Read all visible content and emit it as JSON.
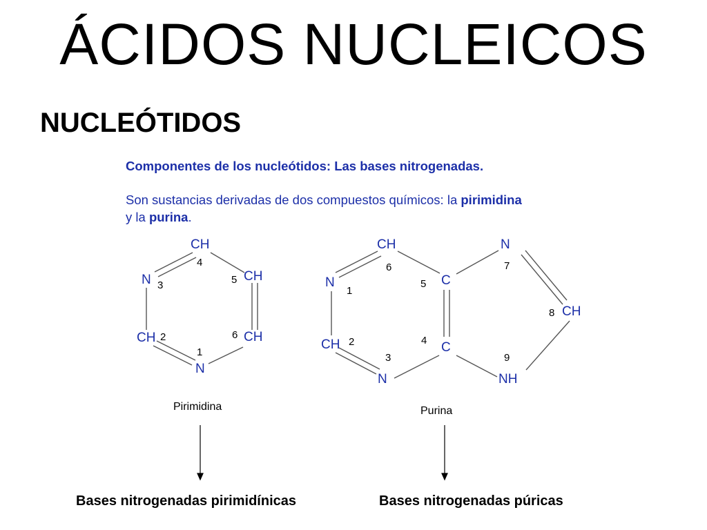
{
  "title": "ÁCIDOS NUCLEICOS",
  "subtitle": "NUCLEÓTIDOS",
  "intro": {
    "heading": "Componentes de los nucleótidos: Las bases nitrogenadas.",
    "line1_pre": "Son sustancias derivadas de dos compuestos químicos: la ",
    "line1_bold": "pirimidina",
    "line2_pre": "y la ",
    "line2_bold": "purina",
    "line2_post": "."
  },
  "pyrimidine": {
    "name": "Pirimidina",
    "atoms": {
      "a1": "N",
      "a2": "CH",
      "a3": "N",
      "a4": "CH",
      "a5": "CH",
      "a6": "CH"
    },
    "numbers": {
      "n1": "1",
      "n2": "2",
      "n3": "3",
      "n4": "4",
      "n5": "5",
      "n6": "6"
    }
  },
  "purine": {
    "name": "Purina",
    "atoms": {
      "a1": "N",
      "a2": "CH",
      "a3": "N",
      "a4": "C",
      "a5": "C",
      "a6": "CH",
      "a7": "N",
      "a8": "CH",
      "a9": "NH"
    },
    "numbers": {
      "n1": "1",
      "n2": "2",
      "n3": "3",
      "n4": "4",
      "n5": "5",
      "n6": "6",
      "n7": "7",
      "n8": "8",
      "n9": "9"
    }
  },
  "bottom": {
    "left": "Bases nitrogenadas pirimidínicas",
    "right": "Bases nitrogenadas púricas"
  },
  "colors": {
    "accent": "#1c2fa8",
    "text": "#000000",
    "bond": "#555555"
  }
}
